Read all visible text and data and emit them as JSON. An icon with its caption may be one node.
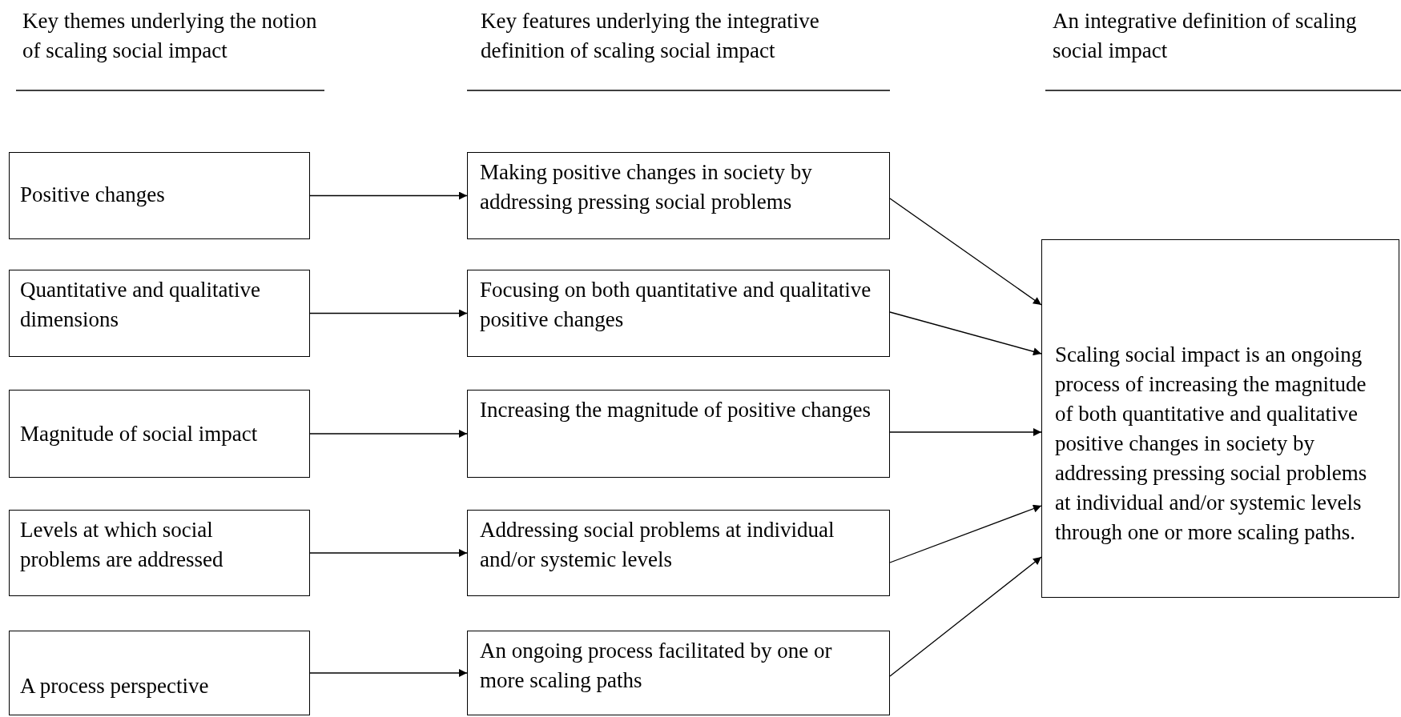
{
  "diagram": {
    "nodes": [
      {
        "text": [
          "Positive changes"
        ]
      },
      {
        "text": [
          "Quantitative and qualitative dimensions"
        ]
      },
      {
        "text": [
          "Magnitude of social impact"
        ]
      },
      {
        "text": [
          "Levels at which social problems are addressed"
        ]
      },
      {
        "text": [
          "A process perspective"
        ]
      },
      {
        "text": [
          "Making positive changes in society by addressing pressing social problems"
        ]
      },
      {
        "text": [
          "Focusing on both quantitative and qualitative positive changes"
        ]
      },
      {
        "text": [
          "Increasing the magnitude of positive changes"
        ]
      },
      {
        "text": [
          "Addressing social problems at individual and/or systemic levels"
        ]
      },
      {
        "text": [
          "An ongoing process facilitated by one or more scaling paths"
        ]
      },
      {
        "text": [
          "Scaling social impact is an ongoing process of increasing the magnitude of both quantitative and qualitative positive changes in society by addressing pressing social problems at individual and/or systemic levels through one or more scaling paths."
        ]
      }
    ],
    "edges": [
      {
        "from": 0,
        "to": 5,
        "arrow": "to"
      },
      {
        "from": 1,
        "to": 6,
        "arrow": "to"
      },
      {
        "from": 2,
        "to": 7,
        "arrow": "to"
      },
      {
        "from": 3,
        "to": 8,
        "arrow": "to"
      },
      {
        "from": 4,
        "to": 9,
        "arrow": "to"
      },
      {
        "from": 5,
        "to": 10,
        "arrow": "to"
      },
      {
        "from": 6,
        "to": 10,
        "arrow": "to"
      },
      {
        "from": 7,
        "to": 10,
        "arrow": "to"
      },
      {
        "from": 8,
        "to": 10,
        "arrow": "to"
      },
      {
        "from": 9,
        "to": 10,
        "arrow": "to"
      }
    ],
    "labels": [
      "Key themes underlying the notion of scaling social impact",
      "Key features underlying the integrative definition of scaling social impact",
      "An integrative definition of scaling social impact"
    ]
  }
}
